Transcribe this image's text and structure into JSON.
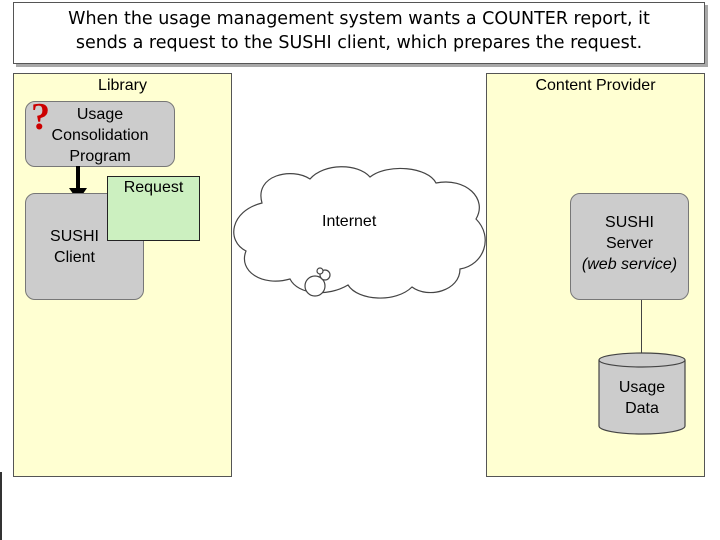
{
  "caption": {
    "line1": "When the usage management system wants a COUNTER report, it",
    "line2": "sends a request to the SUSHI client, which prepares the request."
  },
  "library": {
    "title": "Library",
    "question_mark": "?",
    "usage_program": {
      "line1": "Usage",
      "line2": "Consolidation",
      "line3": "Program"
    },
    "sushi_client": {
      "line1": "SUSHI",
      "line2": "Client"
    },
    "request_label": "Request"
  },
  "network": {
    "label": "Internet"
  },
  "content_provider": {
    "title": "Content Provider",
    "sushi_server": {
      "line1": "SUSHI",
      "line2": "Server",
      "line3": "(web service)"
    },
    "usage_data": {
      "line1": "Usage",
      "line2": "Data"
    }
  },
  "colors": {
    "panel_fill": "#ffffd2",
    "box_fill": "#cccccc",
    "request_fill": "#ccf0c0",
    "question_mark": "#cc0000"
  }
}
